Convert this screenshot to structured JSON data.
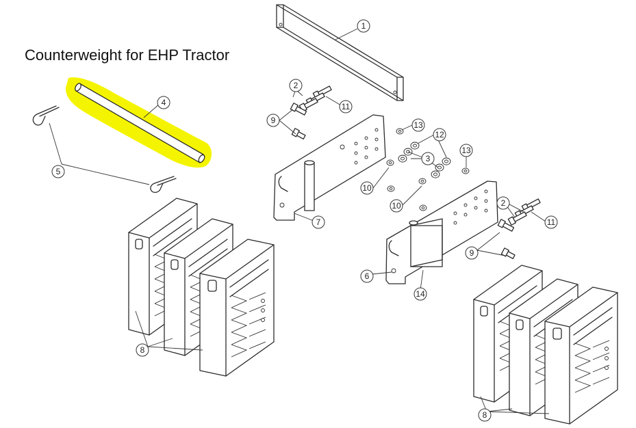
{
  "title": "Counterweight for EHP Tractor",
  "highlight_color": "#f4f400",
  "line_color": "#2b2b2b",
  "callouts": [
    "1",
    "2",
    "11",
    "9",
    "13",
    "12",
    "4",
    "5",
    "3",
    "13",
    "10",
    "10",
    "7",
    "2",
    "11",
    "9",
    "6",
    "14",
    "8",
    "8"
  ]
}
